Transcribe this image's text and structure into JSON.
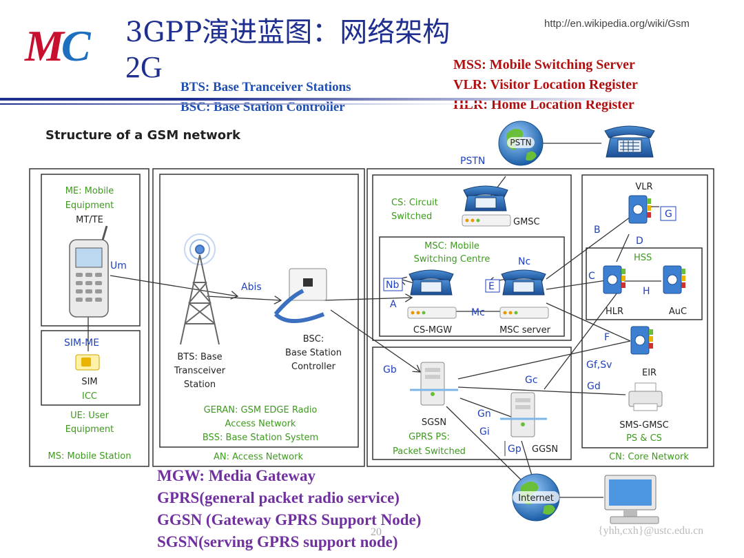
{
  "slide": {
    "logo": {
      "m": "M",
      "c": "C"
    },
    "title_line1": "3GPP演进蓝图：网络架构",
    "title_line2": "2G",
    "source_url": "http://en.wikipedia.org/wiki/Gsm",
    "defs_blue": [
      "BTS: Base Tranceiver Stations",
      "BSC: Base Station Controller"
    ],
    "defs_red": [
      "MSS: Mobile Switching Server",
      "VLR: Visitor Location Register",
      "HLR: Home Location Register"
    ],
    "defs_purple": [
      "MGW: Media Gateway",
      "GPRS(general packet radio service)",
      "GGSN (Gateway GPRS Support Node)",
      "SGSN(serving GPRS support node)"
    ],
    "page_number": "20",
    "email": "{yhh,cxh}@ustc.edu.cn",
    "colors": {
      "title": "#1f2f8f",
      "blue_defs": "#1f4fb0",
      "red_defs": "#b01010",
      "purple_defs": "#7030a0",
      "diagram_green": "#3c9a1c",
      "diagram_blue": "#1e3fbf"
    }
  },
  "diagram": {
    "heading": "Structure of a GSM network",
    "ms": {
      "me_line1": "ME: Mobile",
      "me_line2": "Equipment",
      "mt_te": "MT/TE",
      "sim_me": "SIM-ME",
      "sim": "SIM",
      "icc": "ICC",
      "ue_line1": "UE: User",
      "ue_line2": "Equipment",
      "footer": "MS: Mobile Station"
    },
    "an": {
      "bts_line1": "BTS: Base",
      "bts_line2": "Transceiver",
      "bts_line3": "Station",
      "bsc_line1": "BSC:",
      "bsc_line2": "Base Station",
      "bsc_line3": "Controller",
      "geran_line1": "GERAN: GSM EDGE Radio",
      "geran_line2": "Access Network",
      "bss": "BSS: Base Station System",
      "footer": "AN: Access Network"
    },
    "cs": {
      "label_line1": "CS: Circuit",
      "label_line2": "Switched",
      "gmsc": "GMSC",
      "msc_line1": "MSC: Mobile",
      "msc_line2": "Switching Centre",
      "cs_mgw": "CS-MGW",
      "msc_server": "MSC server"
    },
    "ps": {
      "sgsn": "SGSN",
      "ggsn": "GGSN",
      "gprs_line1": "GPRS PS:",
      "gprs_line2": "Packet Switched"
    },
    "cn": {
      "vlr": "VLR",
      "hss": "HSS",
      "hlr": "HLR",
      "auc": "AuC",
      "eir": "EIR",
      "sms_gmsc": "SMS-GMSC",
      "ps_cs": "PS & CS",
      "footer": "CN: Core Network"
    },
    "clouds": {
      "pstn": "PSTN",
      "internet": "Internet"
    },
    "interfaces": {
      "pstn": "PSTN",
      "um": "Um",
      "abis": "Abis",
      "a": "A",
      "nb": "Nb",
      "nc": "Nc",
      "mc": "Mc",
      "e": "E",
      "b": "B",
      "c": "C",
      "d": "D",
      "g": "G",
      "h": "H",
      "f": "F",
      "gb": "Gb",
      "gc": "Gc",
      "gd": "Gd",
      "gn": "Gn",
      "gi": "Gi",
      "gp": "Gp",
      "gf_sv": "Gf,Sv"
    },
    "icons": [
      "mc-logo",
      "pstn-globe-icon",
      "telephone-icon",
      "mobile-phone-icon",
      "sim-card-icon",
      "antenna-tower-icon",
      "router-icon",
      "telephone-switch-icon",
      "address-book-icon",
      "server-icon",
      "printer-icon",
      "internet-globe-icon",
      "computer-monitor-icon"
    ]
  }
}
